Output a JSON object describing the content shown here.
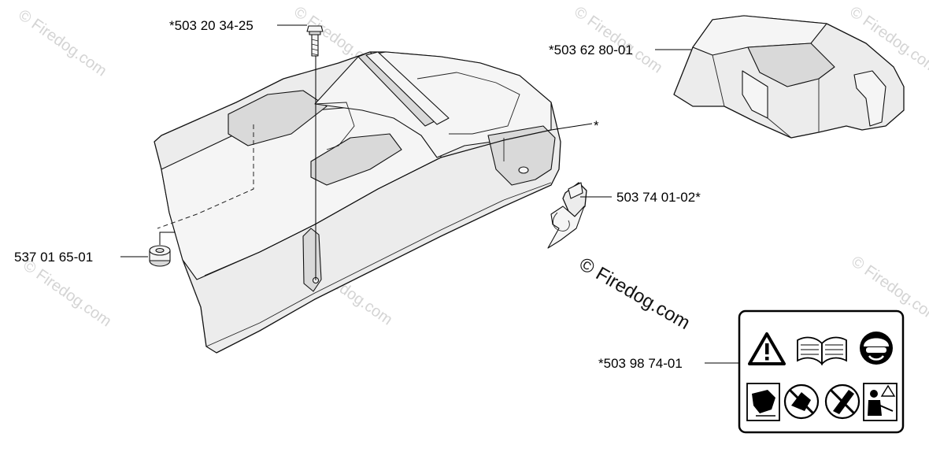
{
  "watermark": {
    "repeated_text": "© Firedog.com",
    "center_text": "© Firedog.com"
  },
  "labels": {
    "screw": "*503 20 34-25",
    "top_cover": "*503 62 80-01",
    "main_cover": "*",
    "latch": "503 74 01-02*",
    "grommet": "537 01 65-01",
    "decal": "*503 98 74-01"
  },
  "icons": {
    "warning": "warning-triangle-icon",
    "manual": "read-manual-icon",
    "protection": "head-protection-icon",
    "pictograms": [
      "hand-injury-icon",
      "no-hand-icon",
      "tool-caution-icon",
      "operator-warning-icon"
    ]
  }
}
